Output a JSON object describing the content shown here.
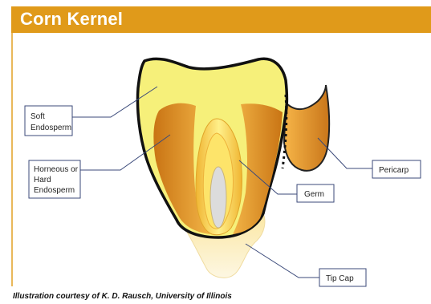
{
  "header": {
    "title": "Corn Kernel"
  },
  "labels": {
    "soft_endosperm": [
      "Soft",
      "Endosperm"
    ],
    "horneous_endosperm": [
      "Horneous or",
      "Hard",
      "Endosperm"
    ],
    "germ": "Germ",
    "pericarp": "Pericarp",
    "tip_cap": "Tip Cap"
  },
  "credit": "Illustration courtesy of K. D. Rausch, University of Illinois",
  "colors": {
    "header": "#e09a1a",
    "soft_endosperm": "#f6f07a",
    "horneous_endosperm": "#d9861e",
    "germ": "#f3c23a",
    "pericarp": "#d8891c",
    "tip_cap": "#fbf0c6",
    "callout_line": "#3b4a7a"
  }
}
